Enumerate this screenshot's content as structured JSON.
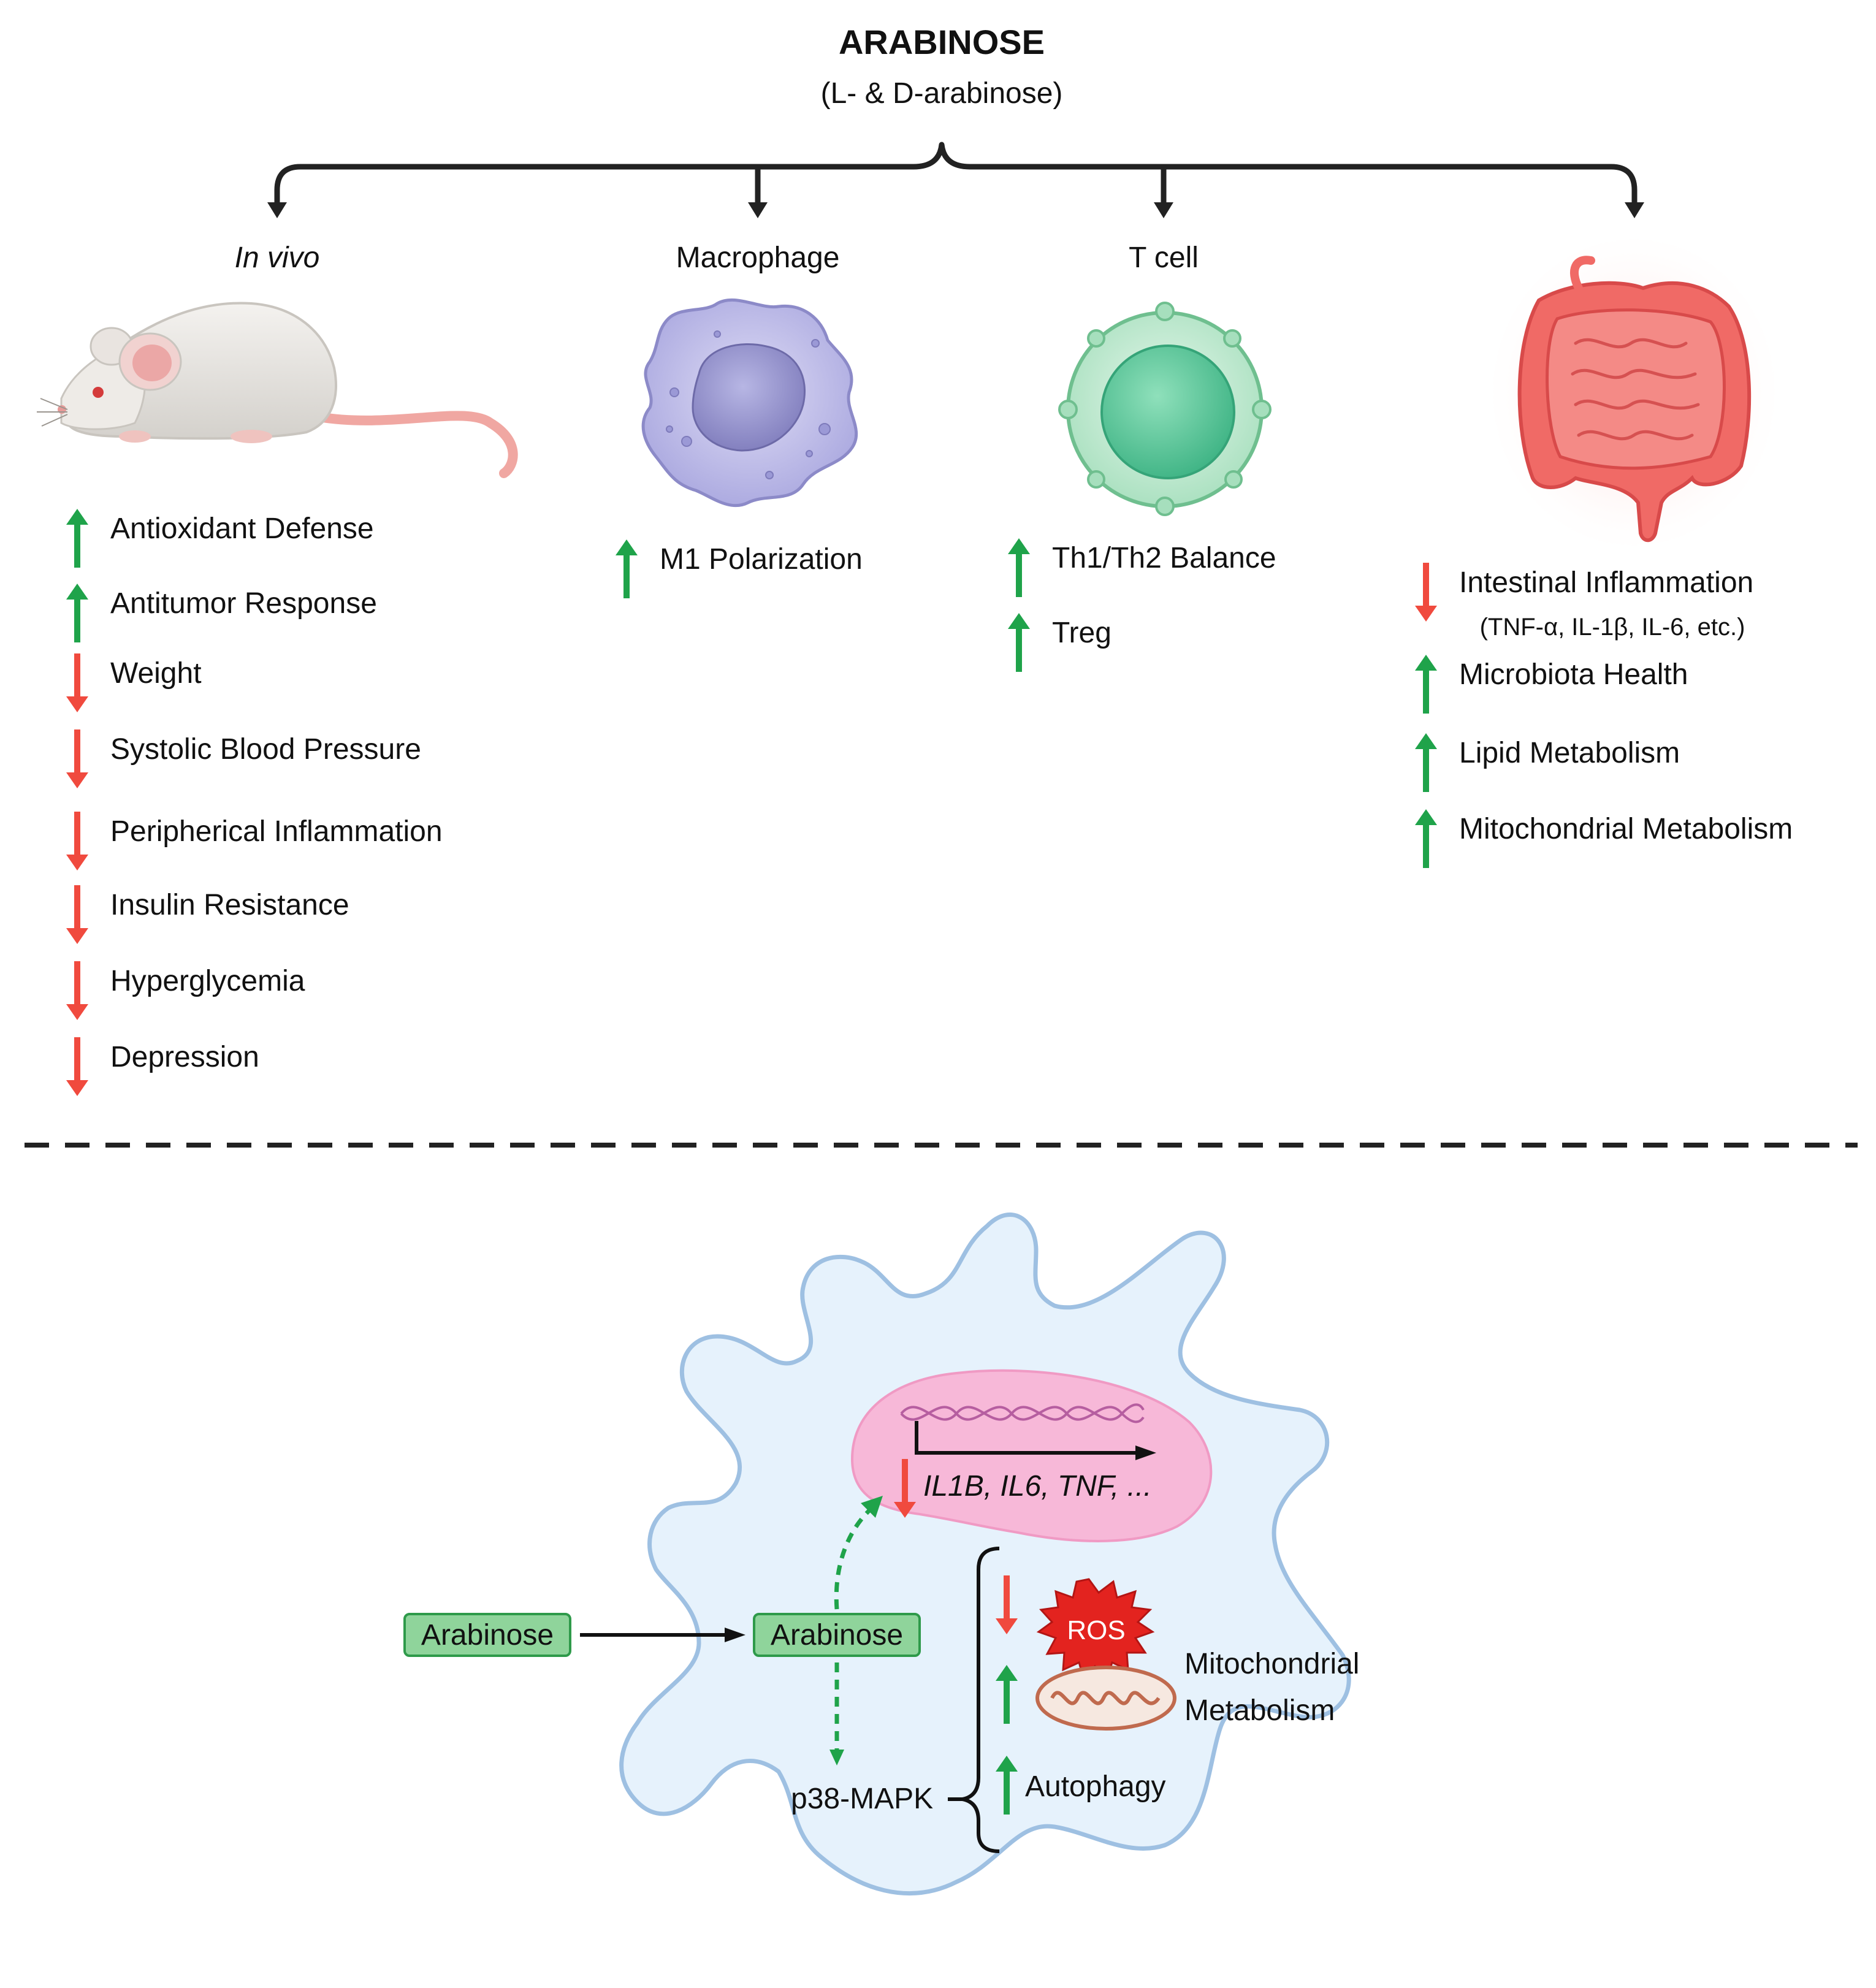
{
  "header": {
    "title": "ARABINOSE",
    "subtitle": "(L- & D-arabinose)"
  },
  "columns": [
    {
      "id": "in-vivo",
      "heading": "In vivo",
      "figure": "mouse-icon",
      "effects": [
        {
          "dir": "up",
          "label": "Antioxidant Defense"
        },
        {
          "dir": "up",
          "label": "Antitumor Response"
        },
        {
          "dir": "down",
          "label": "Weight"
        },
        {
          "dir": "down",
          "label": "Systolic Blood Pressure"
        },
        {
          "dir": "down",
          "label": "Peripherical Inflammation"
        },
        {
          "dir": "down",
          "label": "Insulin Resistance"
        },
        {
          "dir": "down",
          "label": "Hyperglycemia"
        },
        {
          "dir": "down",
          "label": "Depression"
        }
      ]
    },
    {
      "id": "macrophage",
      "heading": "Macrophage",
      "figure": "macrophage-icon",
      "effects": [
        {
          "dir": "up",
          "label": "M1 Polarization"
        }
      ]
    },
    {
      "id": "t-cell",
      "heading": "T cell",
      "figure": "t-cell-icon",
      "effects": [
        {
          "dir": "up",
          "label": "Th1/Th2 Balance"
        },
        {
          "dir": "up",
          "label": "Treg"
        }
      ]
    },
    {
      "id": "intestine",
      "heading": "",
      "figure": "intestine-icon",
      "effects": [
        {
          "dir": "down",
          "label": "Intestinal Inflammation",
          "note": "(TNF-α, IL-1β, IL-6, etc.)"
        },
        {
          "dir": "up",
          "label": "Microbiota Health"
        },
        {
          "dir": "up",
          "label": "Lipid Metabolism"
        },
        {
          "dir": "up",
          "label": "Mitochondrial Metabolism"
        }
      ]
    }
  ],
  "mechanism": {
    "outside_box": "Arabinose",
    "inside_box": "Arabinose",
    "pathway": "p38-MAPK",
    "genes": "IL1B, IL6, TNF, ...",
    "ros": "ROS",
    "mito_label_line1": "Mitochondrial",
    "mito_label_line2": "Metabolism",
    "autophagy": "Autophagy",
    "gene_dir": "down",
    "ros_dir": "down",
    "mito_dir": "up",
    "autophagy_dir": "up"
  },
  "colors": {
    "up_arrow": "#1fa34a",
    "down_arrow": "#f04a3e",
    "cell_fill": "#e6f2fc",
    "cell_stroke": "#9ec0e2",
    "nucleus": "#f7b8d8",
    "box_fill": "#8fd49b",
    "box_stroke": "#2e9a4a",
    "ros": "#e3231f",
    "mito_outer": "#c06a4e",
    "macrophage": "#b4b3e6",
    "t_cell": "#a7e3bf",
    "intestine": "#ef6a6a"
  }
}
